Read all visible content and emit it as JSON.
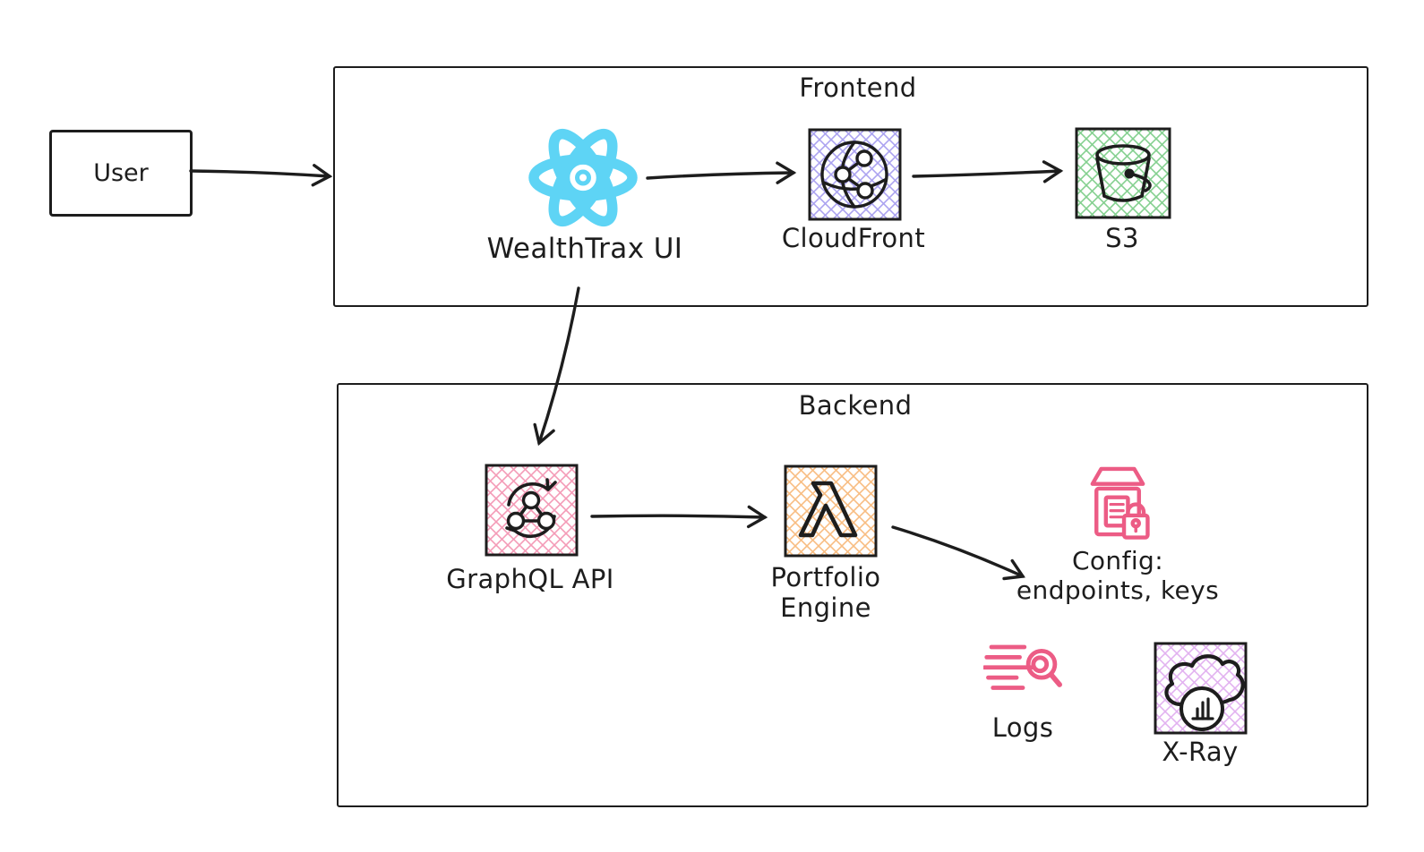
{
  "colors": {
    "ink": "#1d1d1d",
    "react_cyan": "#5ED4F5",
    "hatch_cloudfront": "#ABA3F0",
    "hatch_s3": "#84D090",
    "hatch_graphql": "#F49BB7",
    "hatch_lambda": "#F8BD82",
    "hatch_xray": "#E2B2F0",
    "accent_pink": "#EC5C85"
  },
  "nodes": {
    "user": {
      "label": "User"
    },
    "frontend": {
      "title": "Frontend"
    },
    "wealthtrax": {
      "label": "WealthTrax UI",
      "icon": "react-icon"
    },
    "cloudfront": {
      "label": "CloudFront",
      "icon": "cloudfront-globe-icon"
    },
    "s3": {
      "label": "S3",
      "icon": "s3-bucket-icon"
    },
    "backend": {
      "title": "Backend"
    },
    "graphql": {
      "label": "GraphQL API",
      "icon": "graphql-sync-icon"
    },
    "portfolio": {
      "line1": "Portfolio",
      "line2": "Engine",
      "icon": "lambda-icon"
    },
    "config": {
      "line1": "Config:",
      "line2": "endpoints, keys",
      "icon": "config-lock-icon"
    },
    "logs": {
      "label": "Logs",
      "icon": "logs-search-icon"
    },
    "xray": {
      "label": "X-Ray",
      "icon": "xray-cloud-icon"
    }
  }
}
